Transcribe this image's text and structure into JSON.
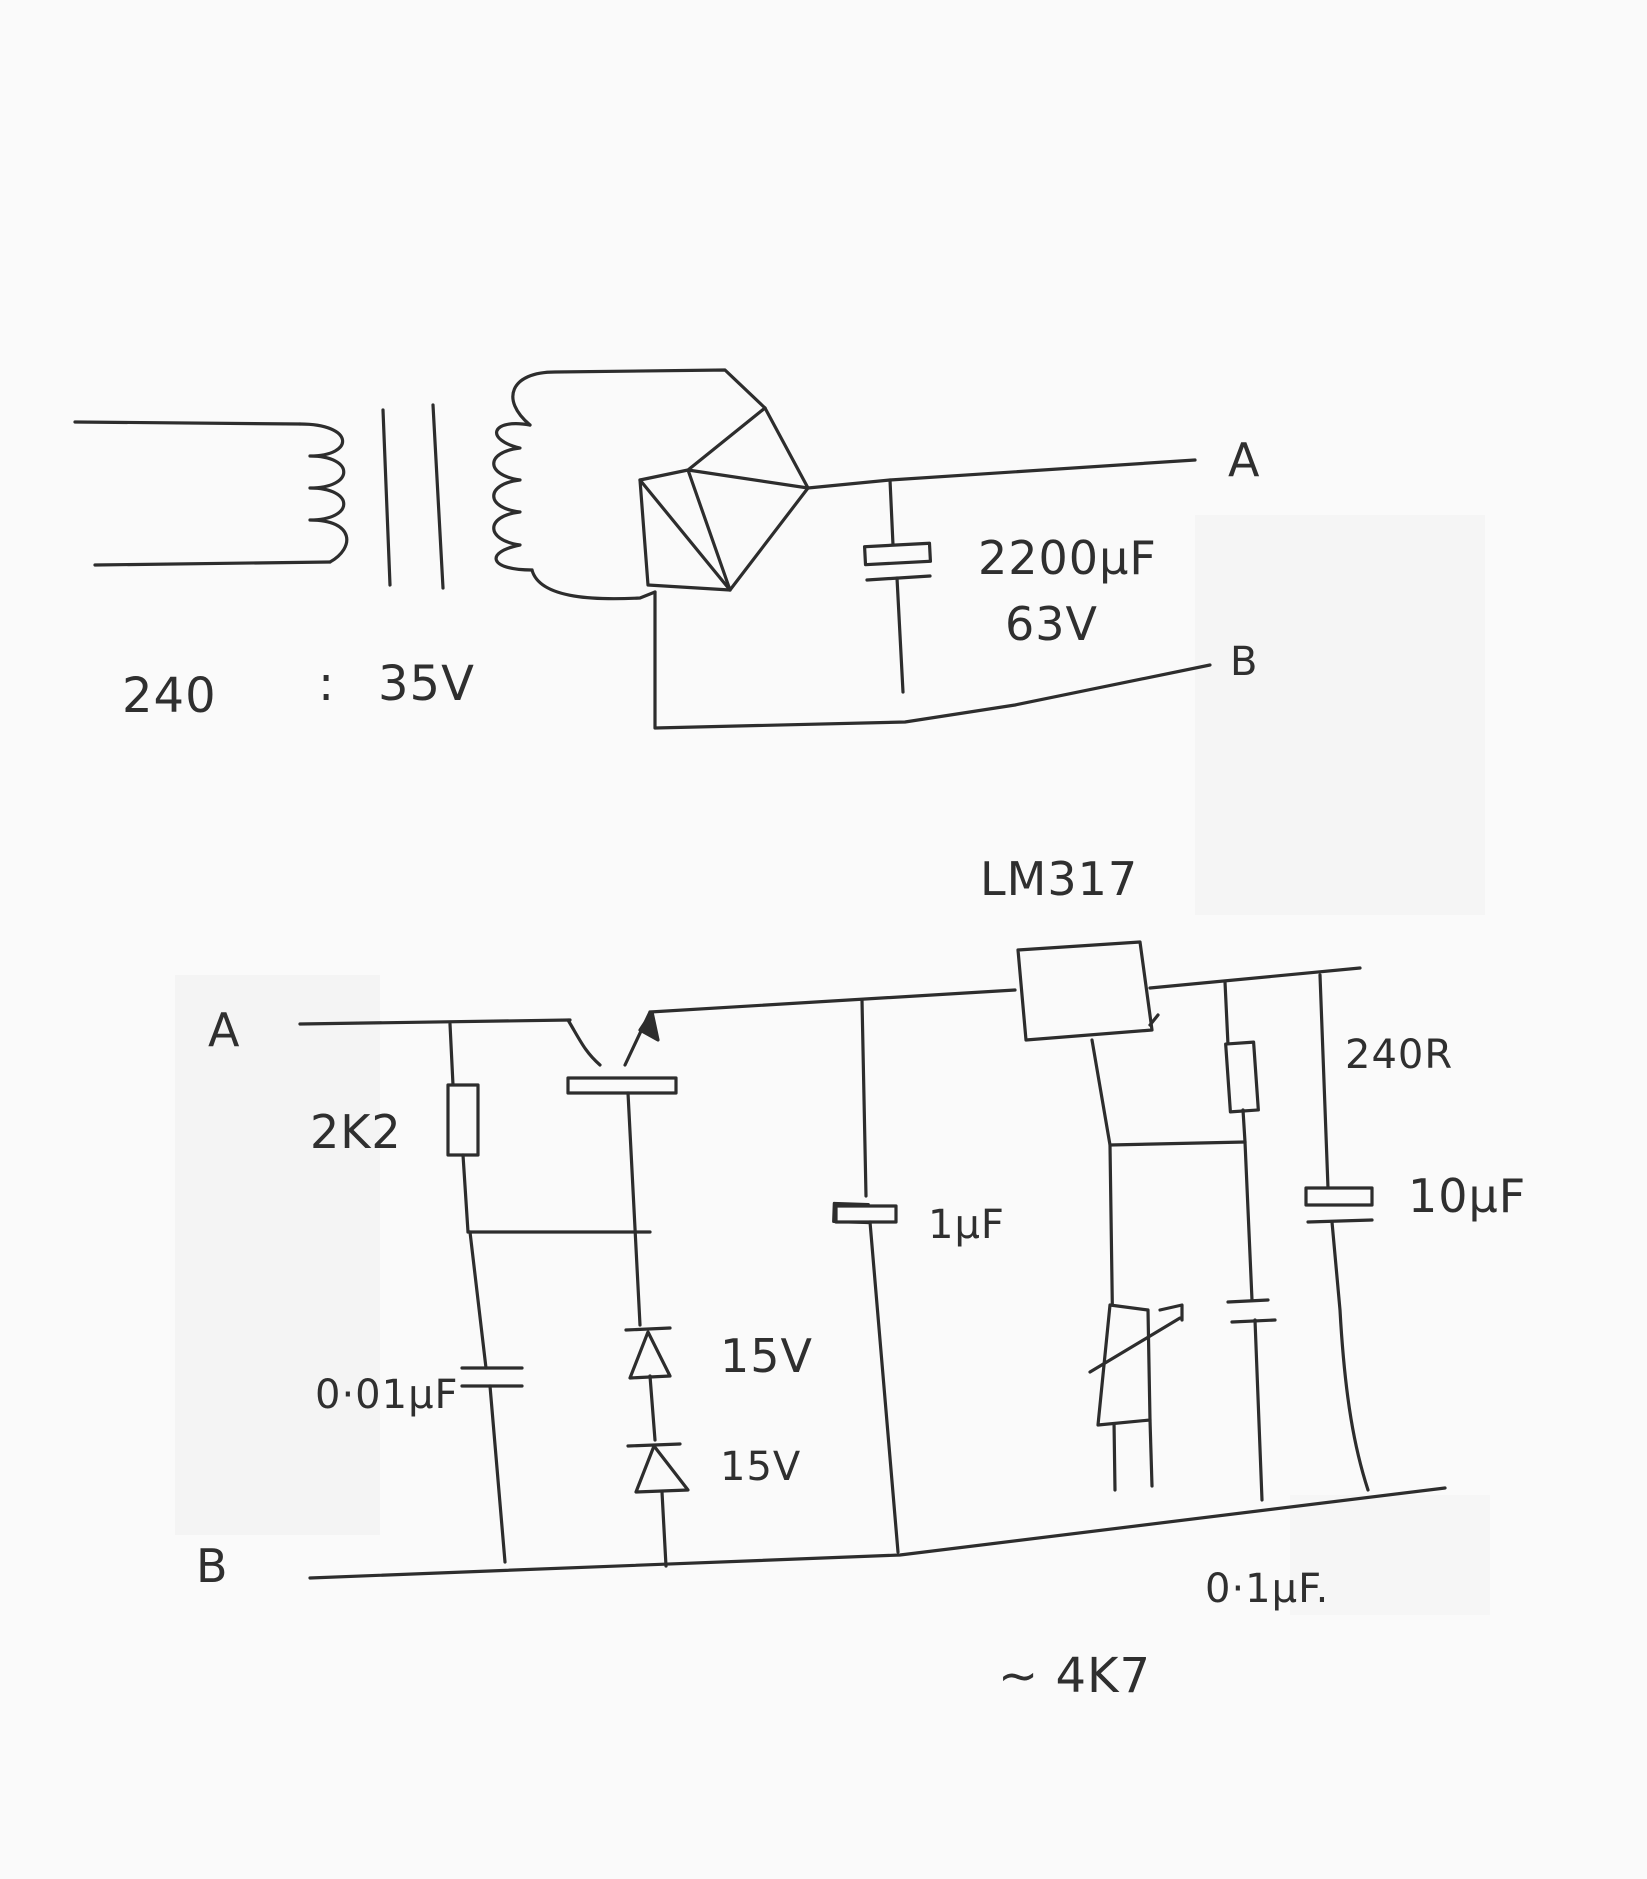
{
  "top_circuit": {
    "transformer_ratio": "240",
    "ratio_separator": ":",
    "secondary_voltage": "35V",
    "capacitor_value": "2200μF",
    "capacitor_voltage": "63V",
    "terminal_a": "A",
    "terminal_b": "B"
  },
  "bottom_circuit": {
    "terminal_a": "A",
    "terminal_b": "B",
    "resistor_1": "2K2",
    "capacitor_1": "0·01μF",
    "zener_1": "15V",
    "zener_2": "15V",
    "capacitor_2": "1μF",
    "regulator": "LM317",
    "resistor_2": "240R",
    "capacitor_3": "10μF",
    "capacitor_4": "0·1μF.",
    "pot_value": "~ 4K7"
  },
  "colors": {
    "ink": "#2d2d2d",
    "paper": "#fafafa"
  }
}
